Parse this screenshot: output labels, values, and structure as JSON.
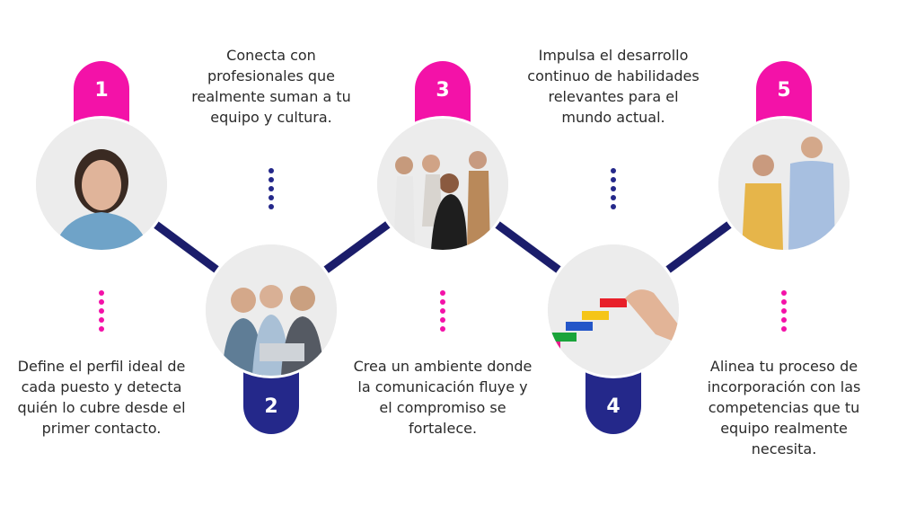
{
  "steps": [
    {
      "number": "1",
      "text": "Define el perfil ideal de cada puesto y detecta quién lo cubre desde el primer contacto."
    },
    {
      "number": "2",
      "text": "Conecta con profesionales que realmente suman a tu equipo y cultura."
    },
    {
      "number": "3",
      "text": "Crea un ambiente donde la comunicación fluye y el compromiso se fortalece."
    },
    {
      "number": "4",
      "text": "Impulsa el desarrollo continuo de habilidades relevantes para el mundo actual."
    },
    {
      "number": "5",
      "text": "Alinea tu proceso de incorporación con las competencias que tu equipo realmente necesita."
    }
  ],
  "colors": {
    "pink": "#f312a8",
    "navy": "#24288a"
  }
}
